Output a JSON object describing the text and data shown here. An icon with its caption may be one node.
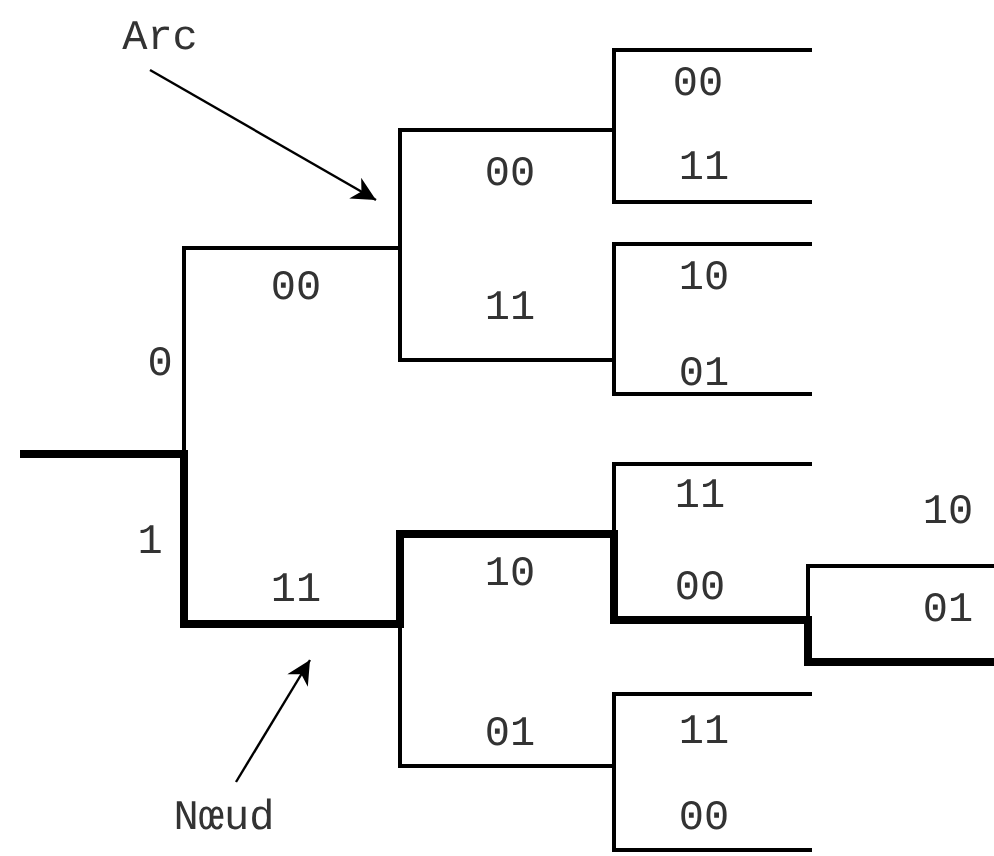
{
  "diagram": {
    "nodes": [
      {
        "text": [
          "Arc"
        ]
      },
      {
        "text": [
          "Nœud"
        ]
      }
    ],
    "edges": [
      {
        "from": 0,
        "to": null,
        "arrow": "to"
      },
      {
        "from": 1,
        "to": null,
        "arrow": "to"
      }
    ],
    "labels": [
      "0",
      "1",
      "00",
      "11",
      "00",
      "11",
      "10",
      "01",
      "00",
      "11",
      "10",
      "01",
      "11",
      "00",
      "11",
      "00",
      "10",
      "01"
    ]
  }
}
